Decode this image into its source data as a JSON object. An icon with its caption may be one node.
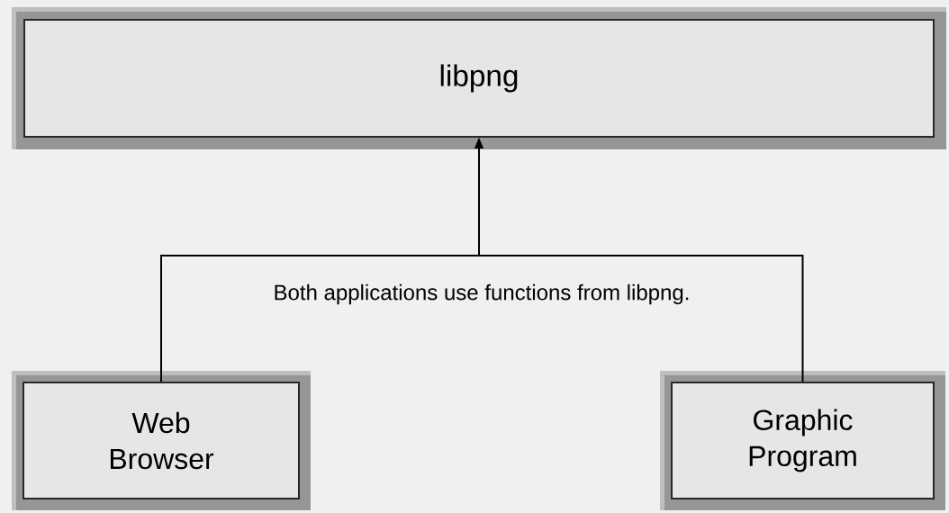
{
  "diagram": {
    "nodes": [
      {
        "text": [
          "libpng"
        ]
      },
      {
        "text": [
          "Web Browser"
        ]
      },
      {
        "text": [
          "Graphic Program"
        ]
      }
    ],
    "edges": [
      {
        "from": 1,
        "to": 0,
        "arrow": "to"
      },
      {
        "from": 2,
        "to": 0,
        "arrow": "to"
      }
    ],
    "labels": [
      "Both applications use functions from libpng."
    ]
  }
}
